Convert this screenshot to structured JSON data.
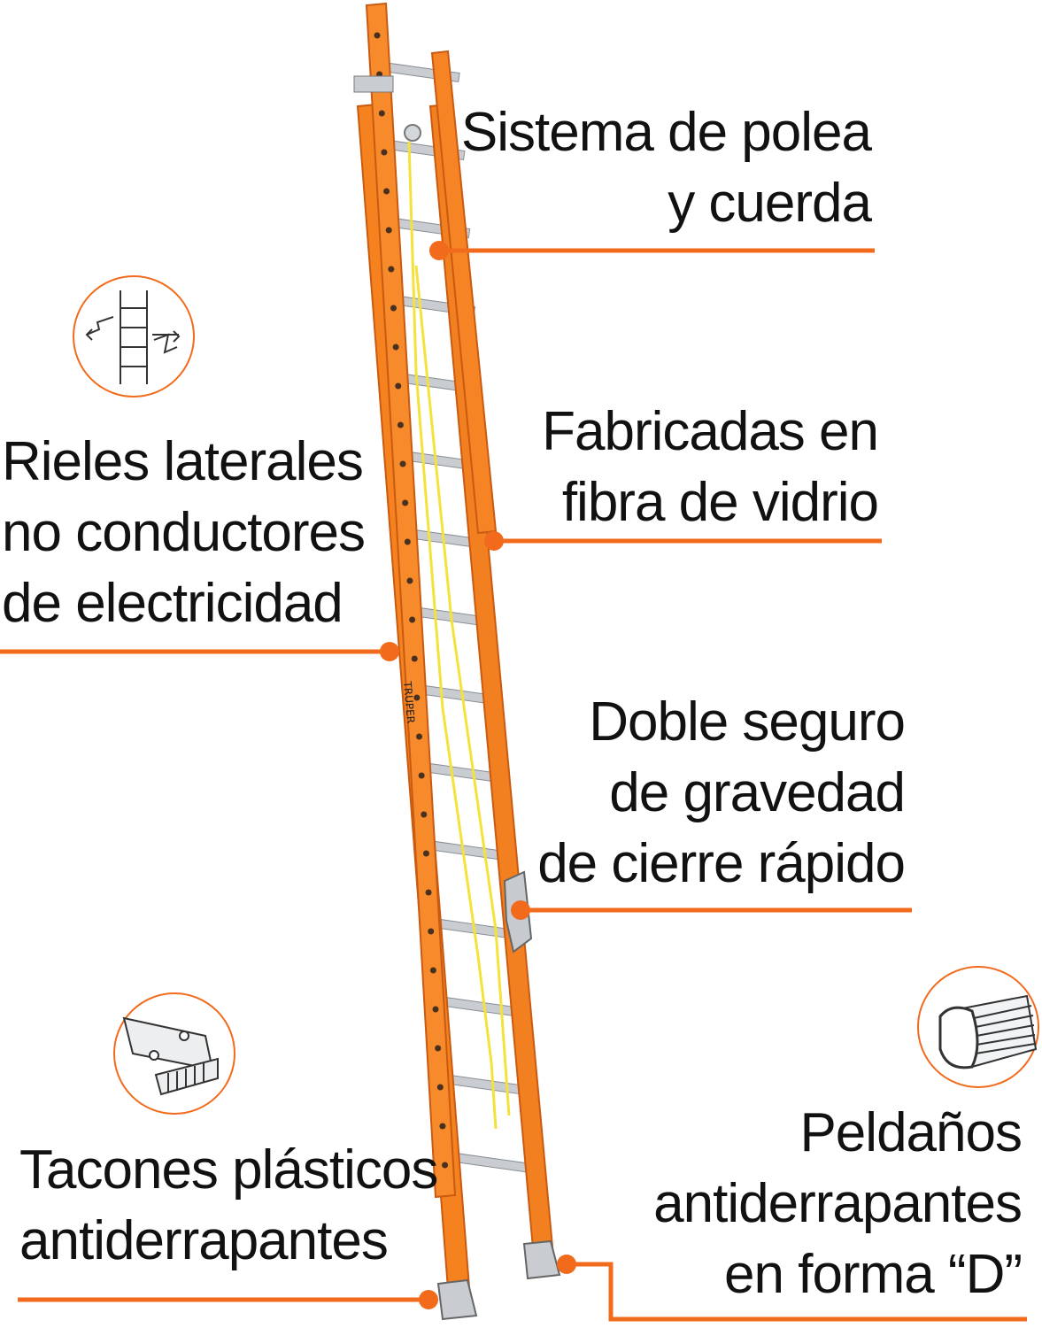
{
  "colors": {
    "accent": "#f26b1d",
    "ladder_orange": "#f5821f",
    "ladder_dark": "#d9661a",
    "rung_metal": "#c9cdd2",
    "rope_yellow": "#f4e23a",
    "text": "#111111"
  },
  "labels": {
    "pulley": {
      "line1": "Sistema de polea",
      "line2": "y cuerda"
    },
    "fiberglass": {
      "line1": "Fabricadas en",
      "line2": "fibra de vidrio"
    },
    "rails": {
      "line1": "Rieles laterales",
      "line2": "no conductores",
      "line3": "de electricidad"
    },
    "lock": {
      "line1": "Doble seguro",
      "line2": "de gravedad",
      "line3": "de cierre rápido"
    },
    "feet": {
      "line1": "Tacones plásticos",
      "line2": "antiderrapantes"
    },
    "rungs": {
      "line1": "Peldaños",
      "line2": "antiderrapantes",
      "line3": "en forma “D”"
    }
  },
  "icons": {
    "rails_icon": "non-conductive-ladder-icon",
    "feet_icon": "plastic-foot-icon",
    "rungs_icon": "d-rung-icon"
  },
  "ladder_brand": "TRUPER"
}
